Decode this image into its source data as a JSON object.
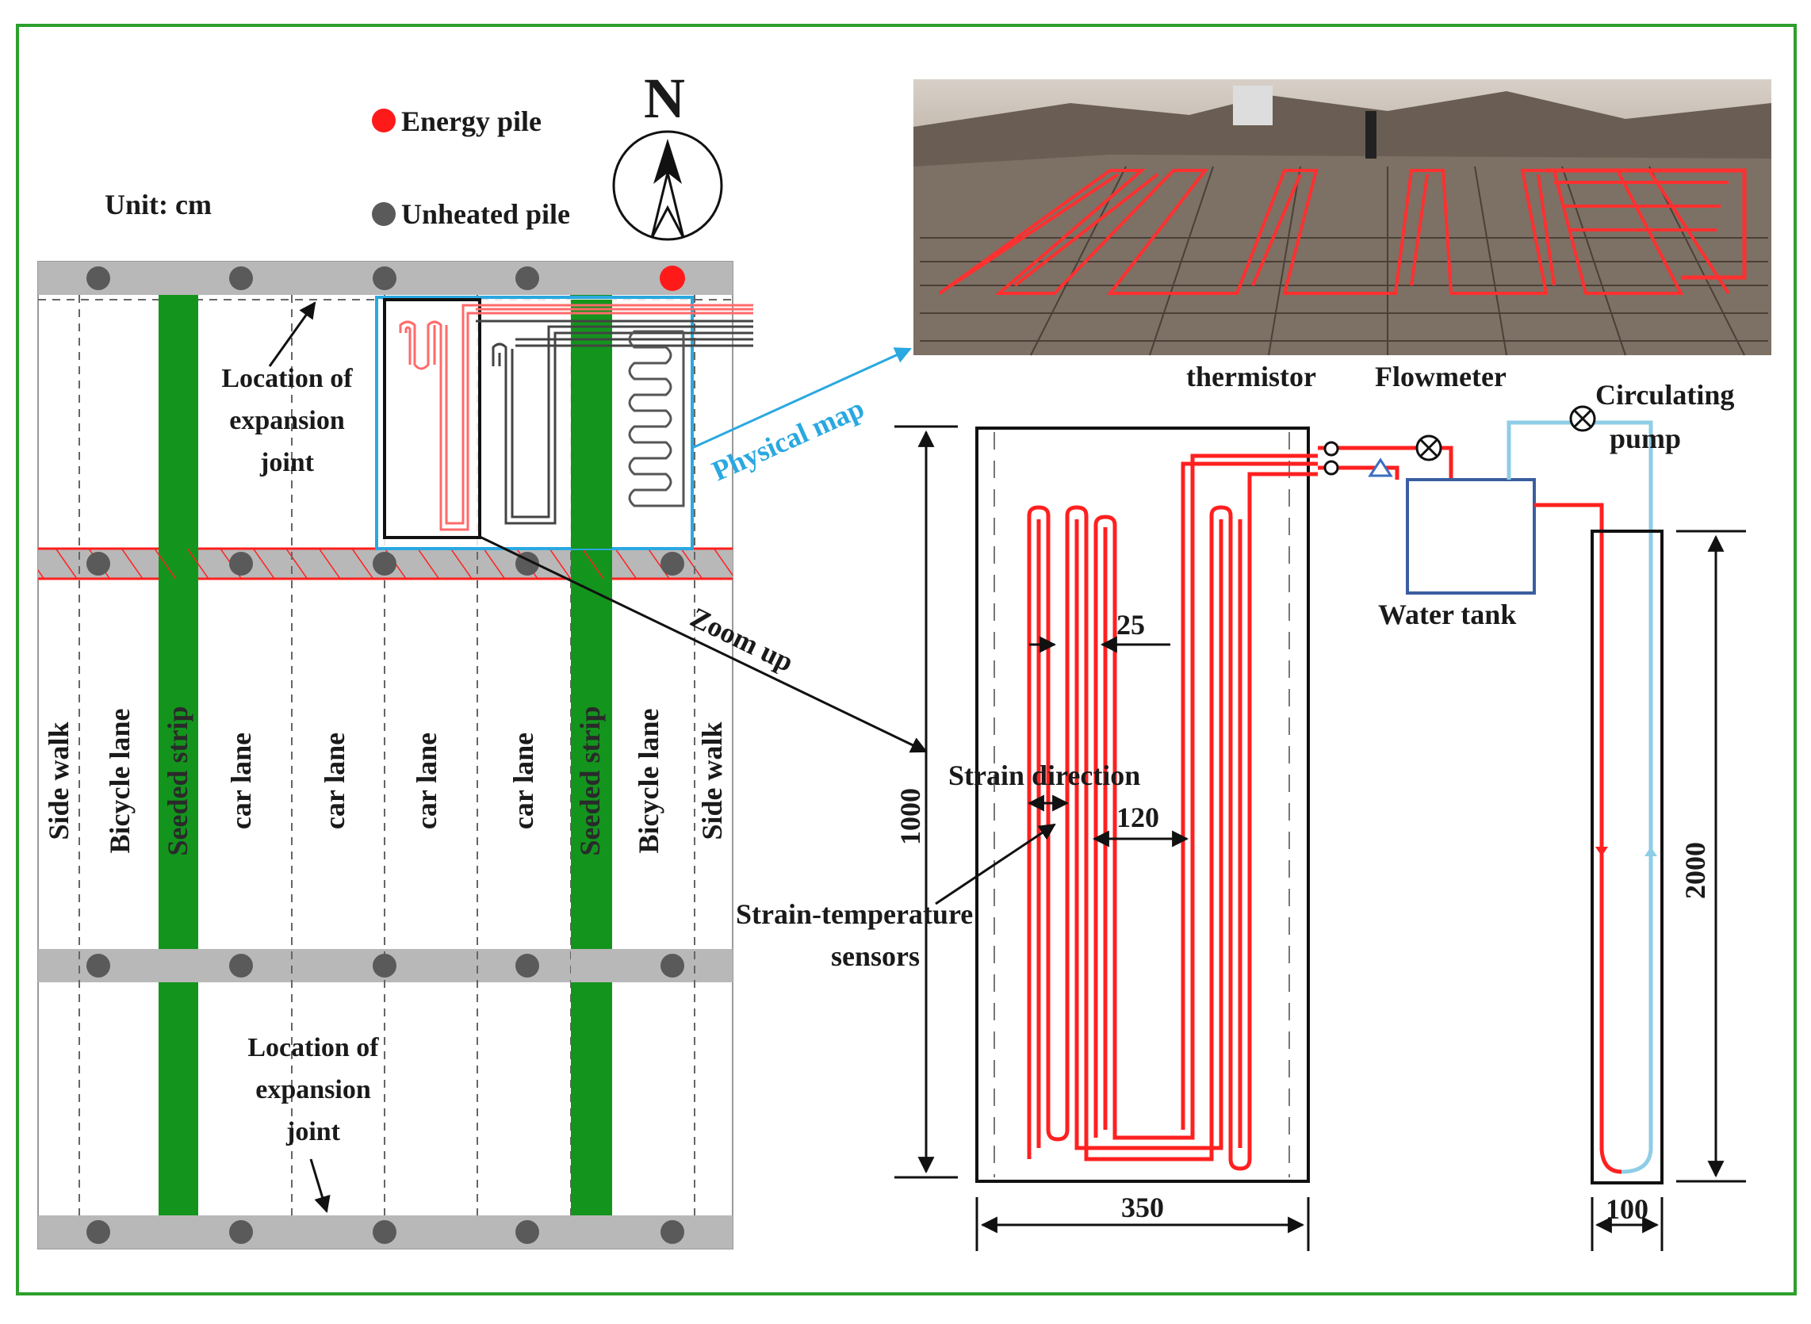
{
  "legend": {
    "energy_pile": "Energy pile",
    "unheated_pile": "Unheated pile",
    "energy_color": "#ff1a1a",
    "unheated_color": "#5a5a5a"
  },
  "unit": "Unit: cm",
  "north_label": "N",
  "expansion_joint_top": [
    "Location of",
    "expansion",
    "joint"
  ],
  "expansion_joint_bottom": [
    "Location of",
    "expansion",
    "joint"
  ],
  "physical_map": "Physical map",
  "zoom_up": "Zoom up",
  "lanes": [
    {
      "label": "Side walk",
      "type": "walk"
    },
    {
      "label": "Bicycle lane",
      "type": "bike"
    },
    {
      "label": "Seeded strip",
      "type": "strip"
    },
    {
      "label": "car lane",
      "type": "car"
    },
    {
      "label": "car lane",
      "type": "car"
    },
    {
      "label": "car lane",
      "type": "car"
    },
    {
      "label": "car lane",
      "type": "car"
    },
    {
      "label": "Seeded strip",
      "type": "strip"
    },
    {
      "label": "Bicycle lane",
      "type": "bike"
    },
    {
      "label": "Side walk",
      "type": "walk"
    }
  ],
  "detail": {
    "thermistor": "thermistor",
    "flowmeter": "Flowmeter",
    "circulating_pump": [
      "Circulating",
      "pump"
    ],
    "water_tank": "Water tank",
    "dim_25": "25",
    "strain_direction": "Strain direction",
    "dim_120": "120",
    "sensors": [
      "Strain-temperature",
      "sensors"
    ],
    "dim_1000": "1000",
    "dim_350": "350",
    "dim_2000": "2000",
    "dim_100": "100"
  },
  "colors": {
    "frame": "#2ca02c",
    "seeded_strip": "#13941d",
    "pipe_red": "#ff2020",
    "pipe_blue": "#8ecde6",
    "highlight_blue": "#2aa8e0",
    "beam_gray": "#b8b8b8"
  }
}
